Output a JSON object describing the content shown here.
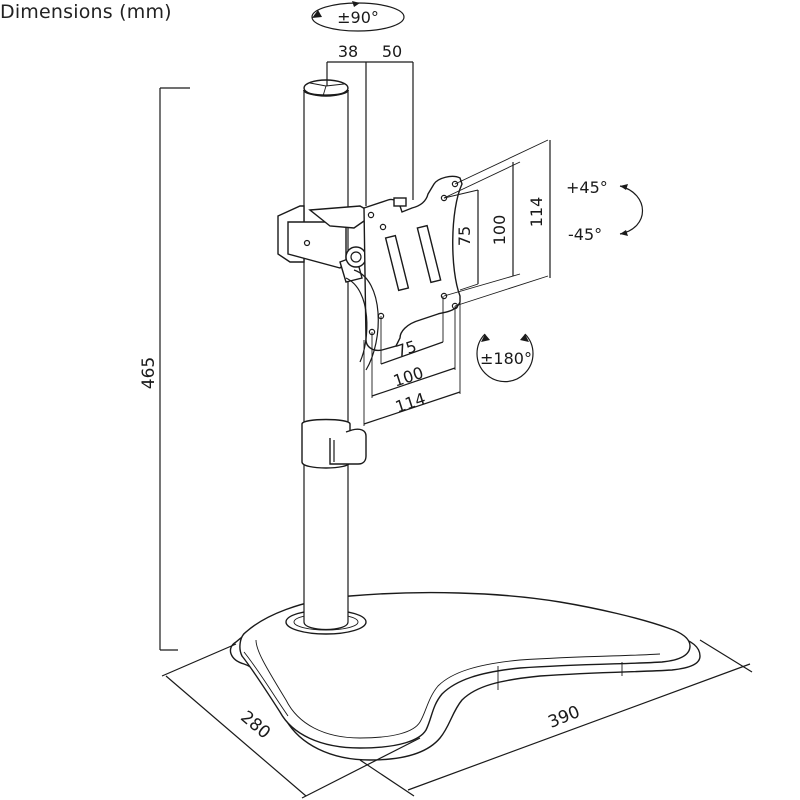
{
  "title": "Dimensions (mm)",
  "rotation": {
    "swivel": "±90°",
    "rotate": "±180°",
    "tilt_up": "+45°",
    "tilt_down": "-45°"
  },
  "dimensions": {
    "height": "465",
    "base_depth": "280",
    "base_width": "390",
    "pole_offset": "38",
    "arm_offset": "50",
    "vesa_h_small": "75",
    "vesa_h_medium": "100",
    "vesa_h_large": "114",
    "vesa_v_small": "75",
    "vesa_v_medium": "100",
    "vesa_v_large": "114"
  },
  "colors": {
    "line": "#1a1a1a",
    "background": "#ffffff"
  }
}
